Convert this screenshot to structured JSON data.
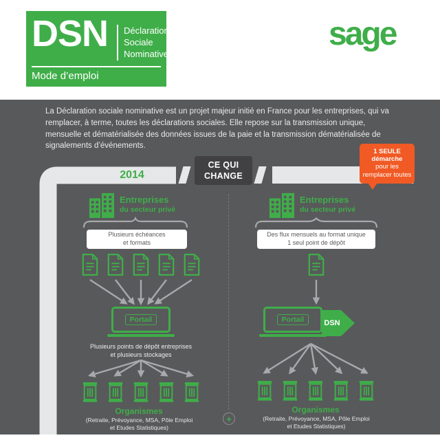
{
  "colors": {
    "green": "#3fae49",
    "orange": "#f15a24",
    "dark_bg": "#58595b",
    "badge_bg": "#414042",
    "bar_gray": "#e6e7e8",
    "arrow_gray": "#a7a9ac"
  },
  "header": {
    "logo_title": "DSN",
    "logo_subtitle_lines": [
      "Déclaration",
      "Sociale",
      "Nominative"
    ],
    "tagline": "Mode d’emploi",
    "brand": "sage"
  },
  "intro": "La Déclaration sociale nominative est un projet majeur initié en France pour les entreprises, qui va remplacer, à terme, toutes les déclarations sociales. Elle repose sur la transmission unique, mensuelle et dématérialisée des données issues de la paie et la transmission dématérialisée de signalements d’événements.",
  "timeline": {
    "year_left": "2014",
    "change_line1": "CE QUI",
    "change_line2": "CHANGE",
    "bubble_bold": "1 SEULE démarche",
    "bubble_rest": "pour les remplacer toutes"
  },
  "separator": {
    "plus": "+"
  },
  "col2014": {
    "title_line1": "Entreprises",
    "title_line2": "du secteur privé",
    "box_line1": "Plusieurs échéances",
    "box_line2": "et formats",
    "portal_label": "Portail",
    "mid_line1": "Plusieurs points de dépôt entreprises",
    "mid_line2": "et plusieurs stockages",
    "org_title": "Organismes",
    "org_note_line1": "(Retraite, Prévoyance, MSA, Pôle Emploi",
    "org_note_line2": "et Etudes Statistiques)"
  },
  "col2016": {
    "title_line1": "Entreprises",
    "title_line2": "du secteur privé",
    "box_line1": "Des flux mensuels au format unique",
    "box_line2": "1 seul point de dépôt",
    "portal_label": "Portail",
    "dsn_arrow_label": "DSN",
    "org_title": "Organismes",
    "org_note_line1": "(Retraite, Prévoyance, MSA, Pôle Emploi",
    "org_note_line2": "et Etudes Statistiques)"
  },
  "icons": {
    "company-buildings-icon": "two solid green buildings with windows",
    "document-icon": "outlined page with folded corner and text lines",
    "laptop-portal-icon": "laptop outline with portal label on screen",
    "dsn-arrow-icon": "solid green right-pointing arrow",
    "organization-building-icon": "outlined institution building with columns",
    "brace-icon": "horizontal curly brace",
    "plus-icon": "plus sign in circle"
  }
}
